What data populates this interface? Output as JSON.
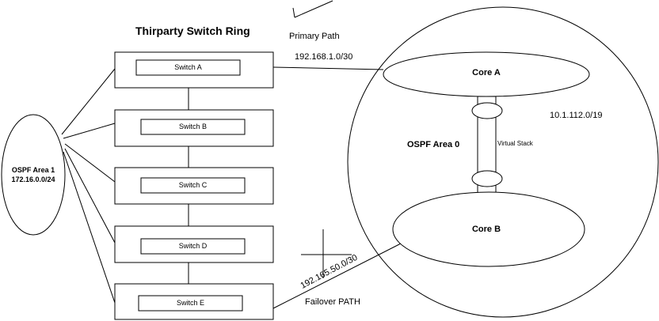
{
  "diagram": {
    "title": "Thirparty Switch Ring",
    "primary_path": "Primary Path",
    "primary_subnet": "192.168.1.0/30",
    "failover_subnet": "192.165.50.0/30",
    "failover_path": "Failover PATH",
    "area1": {
      "line1": "OSPF Area 1",
      "line2": "172.16.0.0/24"
    },
    "area0": {
      "label": "OSPF Area 0",
      "subnet": "10.1.112.0/19"
    },
    "virtual_stack": "Virtual Stack",
    "cores": [
      "Core A",
      "Core B"
    ],
    "switches": [
      "Switch A",
      "Switch B",
      "Switch C",
      "Switch D",
      "Switch E"
    ]
  }
}
